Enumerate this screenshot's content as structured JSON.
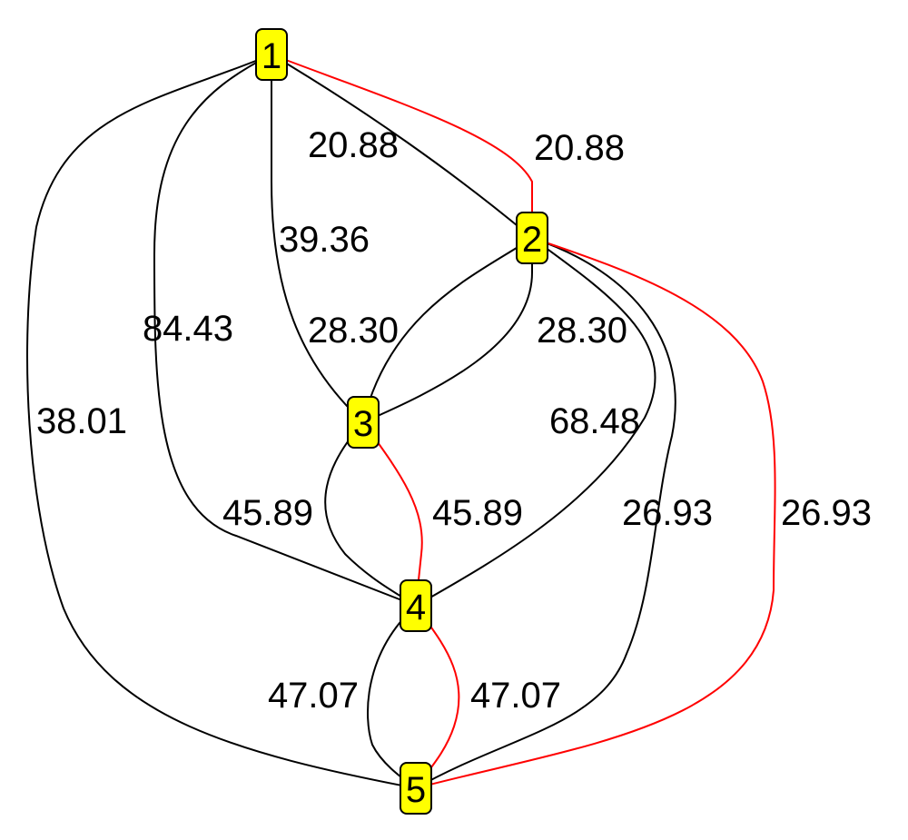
{
  "colors": {
    "background": "#ffffff",
    "node_fill": "#ffff00",
    "default_edge": "#000000",
    "highlight_edge": "#ff0000"
  },
  "nodes": [
    {
      "id": "1",
      "label": "1"
    },
    {
      "id": "2",
      "label": "2"
    },
    {
      "id": "3",
      "label": "3"
    },
    {
      "id": "4",
      "label": "4"
    },
    {
      "id": "5",
      "label": "5"
    }
  ],
  "edges": [
    {
      "from": "1",
      "to": "2",
      "label": "20.88",
      "highlighted": false
    },
    {
      "from": "1",
      "to": "2",
      "label": "20.88",
      "highlighted": true
    },
    {
      "from": "1",
      "to": "3",
      "label": "39.36",
      "highlighted": false
    },
    {
      "from": "1",
      "to": "4",
      "label": "84.43",
      "highlighted": false
    },
    {
      "from": "1",
      "to": "5",
      "label": "38.01",
      "highlighted": false
    },
    {
      "from": "2",
      "to": "3",
      "label": "28.30",
      "highlighted": false
    },
    {
      "from": "2",
      "to": "3",
      "label": "28.30",
      "highlighted": false
    },
    {
      "from": "2",
      "to": "4",
      "label": "68.48",
      "highlighted": false
    },
    {
      "from": "2",
      "to": "5",
      "label": "26.93",
      "highlighted": false
    },
    {
      "from": "2",
      "to": "5",
      "label": "26.93",
      "highlighted": true
    },
    {
      "from": "3",
      "to": "4",
      "label": "45.89",
      "highlighted": false
    },
    {
      "from": "3",
      "to": "4",
      "label": "45.89",
      "highlighted": true
    },
    {
      "from": "4",
      "to": "5",
      "label": "47.07",
      "highlighted": false
    },
    {
      "from": "4",
      "to": "5",
      "label": "47.07",
      "highlighted": true
    }
  ]
}
